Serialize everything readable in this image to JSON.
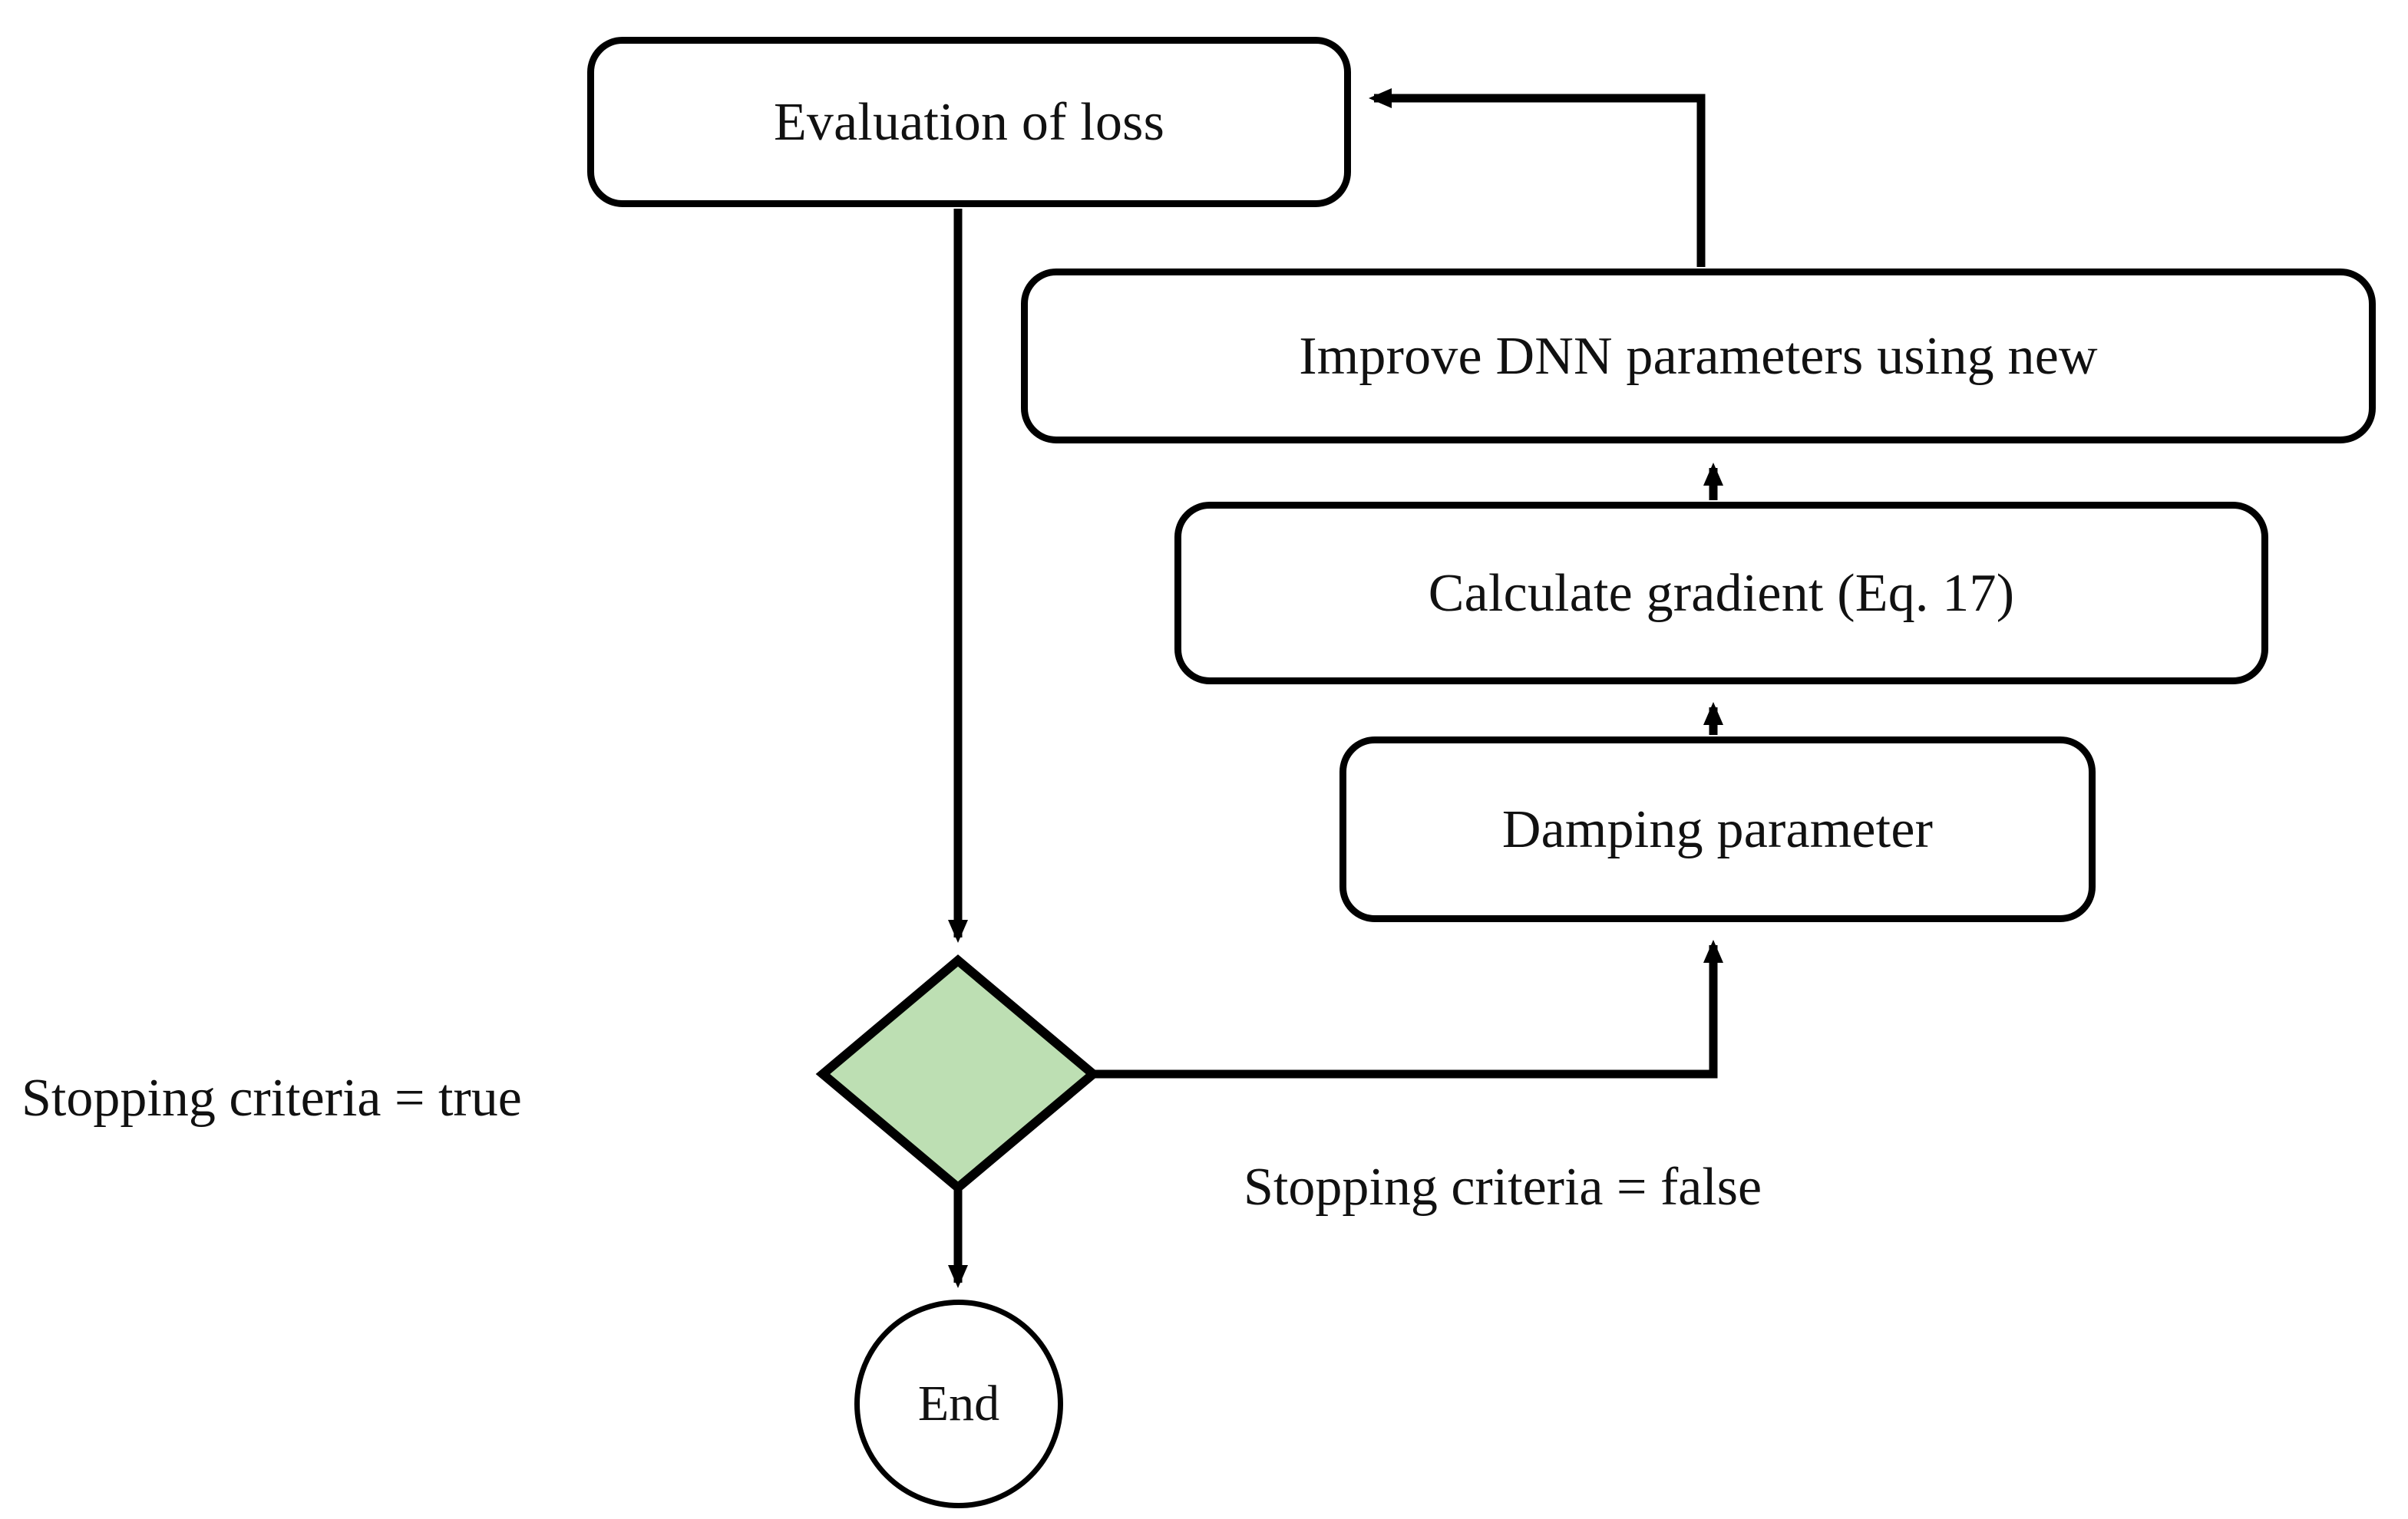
{
  "diagram": {
    "title": "DNN training loop flowchart",
    "background": "#ffffff",
    "stroke_color": "#000000",
    "decision_fill": "#bddfb3",
    "nodes": {
      "evaluation": {
        "label": "Evaluation of loss",
        "shape": "rounded-rectangle"
      },
      "improve": {
        "label": "Improve DNN parameters using new",
        "shape": "rounded-rectangle"
      },
      "gradient": {
        "label": "Calculate gradient (Eq. 17)",
        "shape": "rounded-rectangle"
      },
      "damping": {
        "label": "Damping parameter",
        "shape": "rounded-rectangle"
      },
      "decision": {
        "label": "",
        "shape": "diamond"
      },
      "end": {
        "label": "End",
        "shape": "circle"
      }
    },
    "edge_labels": {
      "true_branch": "Stopping criteria = true",
      "false_branch": "Stopping criteria = false"
    }
  }
}
